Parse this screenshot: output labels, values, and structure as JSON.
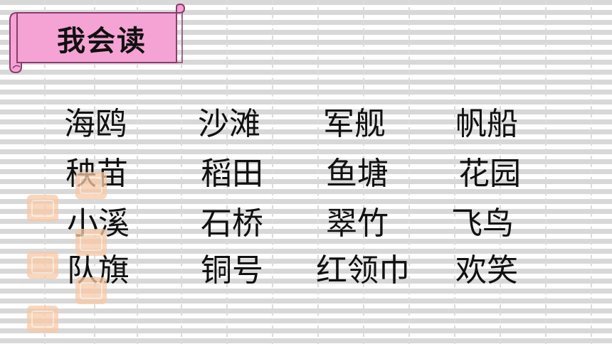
{
  "banner": {
    "title": "我会读",
    "fill_color": "#f4a3d4",
    "border_color": "#8a3d6e"
  },
  "rows": [
    [
      "海鸥",
      "沙滩",
      "军舰",
      "帆船"
    ],
    [
      "秧苗",
      "稻田",
      "鱼塘",
      "花园"
    ],
    [
      "小溪",
      "石桥",
      "翠竹",
      "飞鸟"
    ],
    [
      "队旗",
      "铜号",
      "红领巾",
      "欢笑"
    ]
  ],
  "stamp_color": "#f7c9a6"
}
